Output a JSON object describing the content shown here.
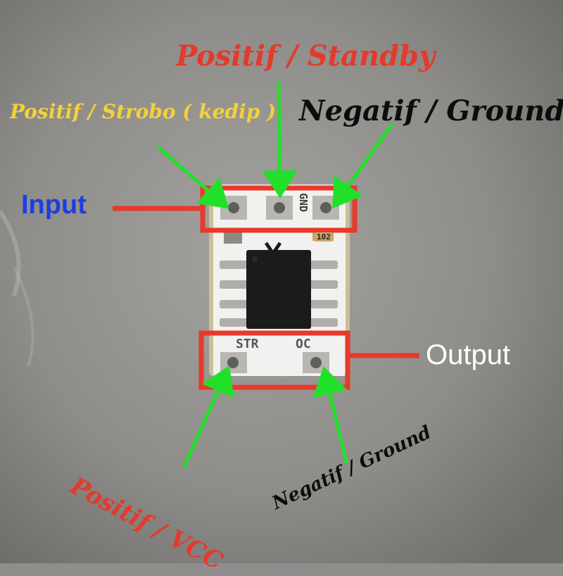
{
  "labels": {
    "positif_standby": "Positif / Standby",
    "positif_strobo": "Positif / Strobo ( kedip )",
    "negatif_ground_top": "Negatif / Ground",
    "input": "Input",
    "output": "Output",
    "positif_vcc": "Positif / VCC",
    "negatif_ground_bottom": "Negatif / Ground"
  },
  "board_silkscreen": {
    "gnd": "GND",
    "resistor": "102",
    "str": "STR",
    "oc": "OC"
  },
  "colors": {
    "background": "#8f8e8c",
    "pcb": "#f1f1ef",
    "highlight_box": "#e8392b",
    "arrow": "#22e02a",
    "chip": "#1b1b1b"
  }
}
